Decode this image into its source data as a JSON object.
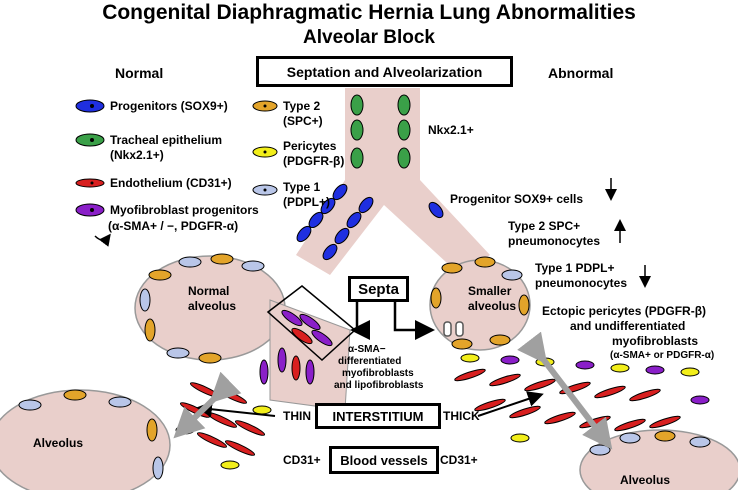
{
  "header": {
    "title": "Congenital Diaphragmatic Hernia Lung Abnormalities",
    "subtitle": "Alveolar Block"
  },
  "columns": {
    "normal": "Normal",
    "abnormal": "Abnormal"
  },
  "process_box": "Septation and Alveolarization",
  "legend": {
    "progenitors": "Progenitors (SOX9+)",
    "tracheal_1": "Tracheal epithelium",
    "tracheal_2": "(Nkx2.1+)",
    "endothelium": "Endothelium (CD31+)",
    "myofib_1": "Myofibroblast  progenitors",
    "myofib_2": "(α-SMA+ / −, PDGFR-α)",
    "type2_1": "Type 2",
    "type2_2": "(SPC+)",
    "pericytes_1": "Pericytes",
    "pericytes_2": "(PDGFR-β)",
    "type1_1": "Type 1",
    "type1_2": "(PDPL+)",
    "colors": {
      "progenitor": "#1f2fe0",
      "tracheal": "#3aa048",
      "endothelium": "#d81f1f",
      "myofibroblast": "#8a1fc8",
      "type2": "#e3a42a",
      "pericyte": "#f2ee1a",
      "type1": "#b9c6e8",
      "tissue": "#e9cfcb"
    }
  },
  "annotations": {
    "nkx": "Nkx2.1+",
    "progenitor_change": "Progenitor SOX9+ cells",
    "type2_1": "Type 2 SPC+",
    "type2_2": "pneumonocytes",
    "type1_1": "Type 1 PDPL+",
    "type1_2": "pneumonocytes",
    "ectopic_1": "Ectopic pericytes (PDGFR-β)",
    "ectopic_2": "and undifferentiated",
    "ectopic_3": "myofibroblasts",
    "ectopic_4": "(α-SMA+ or PDGFR-α)",
    "septa": "Septa",
    "diff_1": "α-SMA−",
    "diff_2": "differentiated",
    "diff_3": "myofibroblasts",
    "diff_4": "and lipofibroblasts",
    "thin": "THIN",
    "interstitium": "INTERSTITIUM",
    "thick": "THICK",
    "cd31_left": "CD31+",
    "blood_vessels": "Blood vessels",
    "cd31_right": "CD31+",
    "normal_alveolus_1": "Normal",
    "normal_alveolus_2": "alveolus",
    "smaller_alveolus_1": "Smaller",
    "smaller_alveolus_2": "alveolus",
    "alveolus_left": "Alveolus",
    "alveolus_right": "Alveolus"
  }
}
